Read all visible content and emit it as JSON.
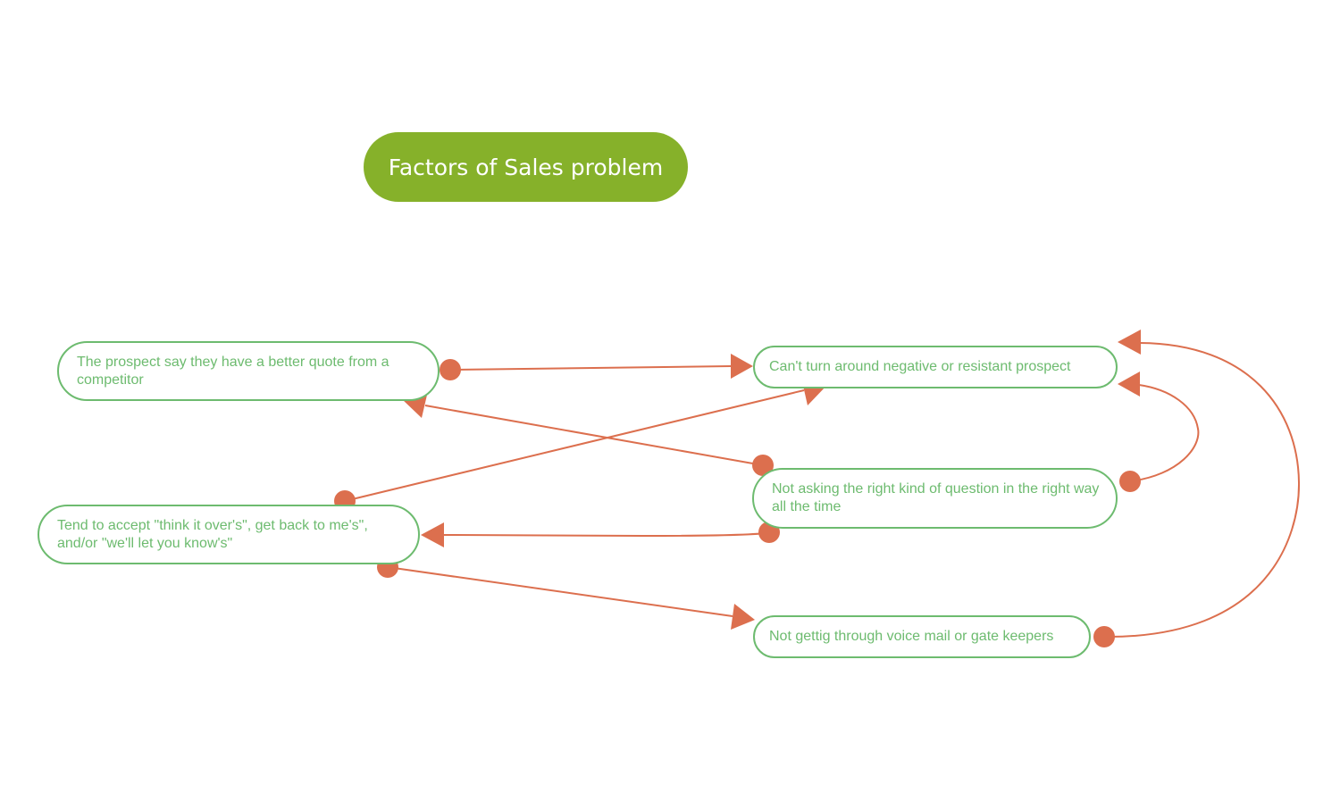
{
  "diagram": {
    "title": "Factors of Sales problem",
    "colors": {
      "title_fill": "#86b12a",
      "title_text": "#ffffff",
      "node_border": "#6dbb6f",
      "node_text": "#6dbb6f",
      "connector": "#dc6f4e"
    },
    "nodes": [
      {
        "id": "n1",
        "label": "The prospect say they have a better quote from a competitor"
      },
      {
        "id": "n2",
        "label": "Can't turn around negative or resistant prospect"
      },
      {
        "id": "n3",
        "label": "Not asking the right kind of question in the right way all the time"
      },
      {
        "id": "n4",
        "label": "Tend  to accept \"think it over's\", get back to me's\", and/or \"we'll let you know's\""
      },
      {
        "id": "n5",
        "label": "Not gettig through voice mail or gate keepers"
      }
    ],
    "edges": [
      {
        "from": "n1",
        "to": "n2"
      },
      {
        "from": "n3",
        "to": "n1"
      },
      {
        "from": "n4",
        "to": "n2"
      },
      {
        "from": "n3",
        "to": "n4"
      },
      {
        "from": "n4",
        "to": "n5"
      },
      {
        "from": "n3",
        "to": "n2"
      },
      {
        "from": "n5",
        "to": "n2"
      }
    ]
  }
}
